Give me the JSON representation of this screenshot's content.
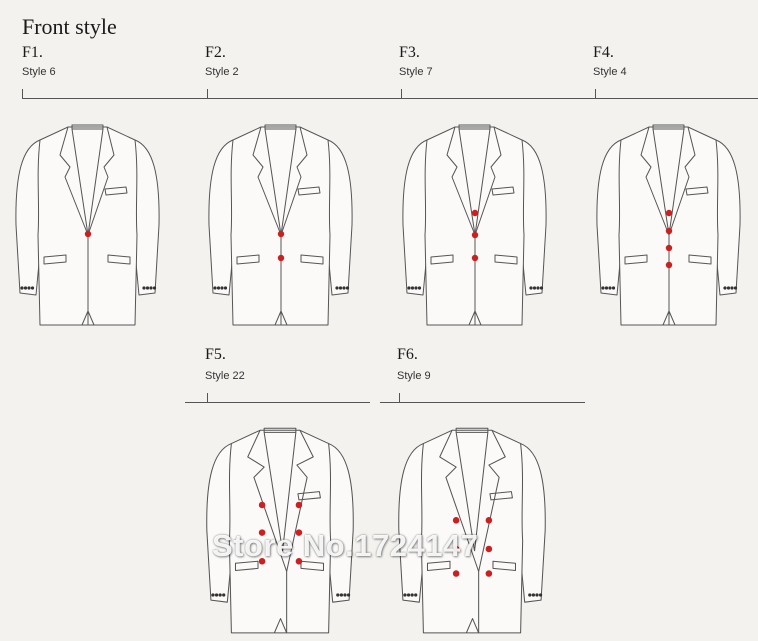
{
  "header": {
    "title": "Front style"
  },
  "styles": [
    {
      "code": "F1.",
      "name": "Style 6"
    },
    {
      "code": "F2.",
      "name": "Style 2"
    },
    {
      "code": "F3.",
      "name": "Style 7"
    },
    {
      "code": "F4.",
      "name": "Style 4"
    },
    {
      "code": "F5.",
      "name": "Style 22"
    },
    {
      "code": "F6.",
      "name": "Style 9"
    }
  ],
  "watermark": {
    "text": "Store No.1724147"
  },
  "colors": {
    "button": "#cc1f1f",
    "line": "#555555",
    "background": "#f4f2ef"
  }
}
